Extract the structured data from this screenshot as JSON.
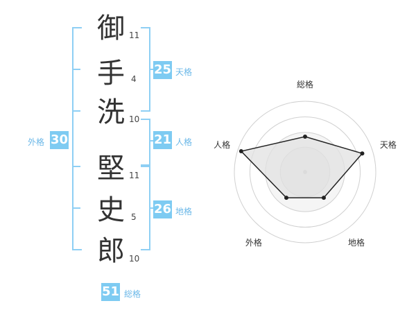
{
  "name_chars": [
    {
      "char": "御",
      "strokes": "11"
    },
    {
      "char": "手",
      "strokes": "4"
    },
    {
      "char": "洗",
      "strokes": "10"
    },
    {
      "char": "堅",
      "strokes": "11"
    },
    {
      "char": "史",
      "strokes": "5"
    },
    {
      "char": "郎",
      "strokes": "10"
    }
  ],
  "fortunes": {
    "tenkaku": {
      "value": "25",
      "label": "天格"
    },
    "jinkaku": {
      "value": "21",
      "label": "人格"
    },
    "chikaku": {
      "value": "26",
      "label": "地格"
    },
    "gaikaku": {
      "value": "30",
      "label": "外格"
    },
    "soukaku": {
      "value": "51",
      "label": "総格"
    }
  },
  "colors": {
    "accent": "#7ecbf2",
    "bracket": "#8ecff4",
    "radar_fill": "#eeeeee",
    "radar_line": "#222222"
  },
  "chart_data": {
    "type": "radar",
    "axes": [
      "総格",
      "天格",
      "地格",
      "外格",
      "人格"
    ],
    "values": [
      0.5,
      0.85,
      0.45,
      0.45,
      0.95
    ],
    "max": 1,
    "rings": 4
  }
}
